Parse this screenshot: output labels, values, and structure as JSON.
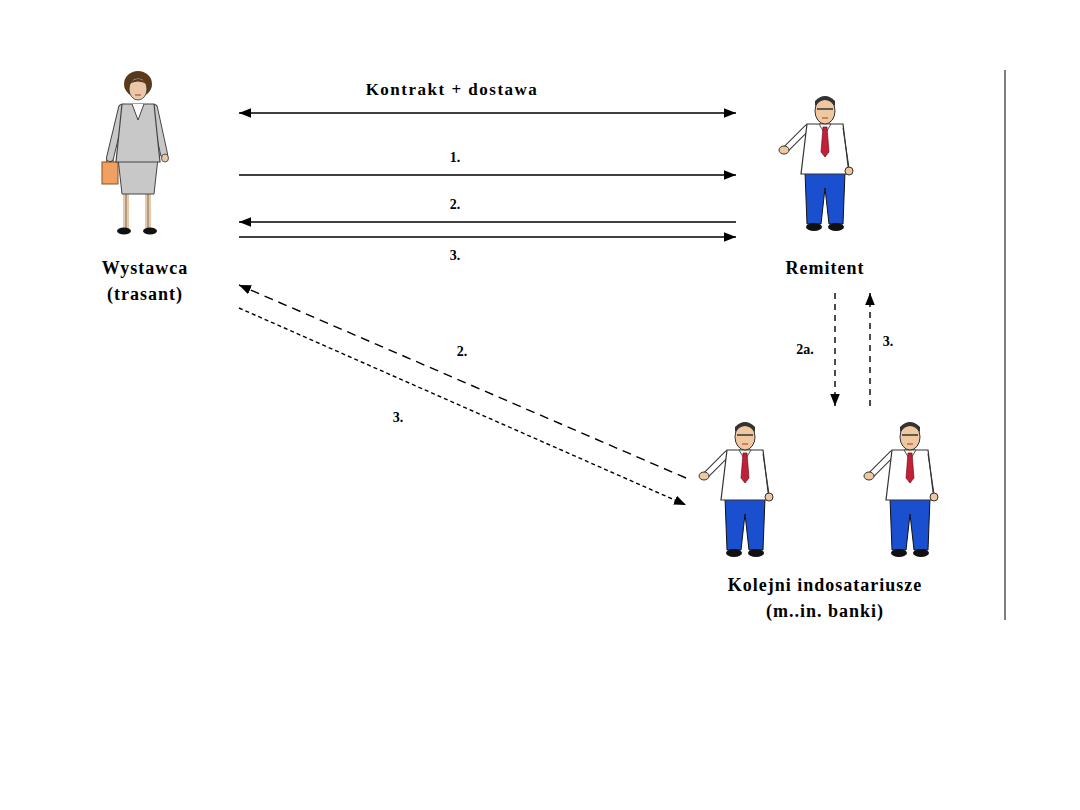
{
  "diagram": {
    "nodes": [
      {
        "text": [
          "Wystawca (trasant)"
        ]
      },
      {
        "text": [
          "Remitent"
        ]
      },
      {
        "text": [
          "Kolejni indosatariusze (m..in. banki)"
        ]
      }
    ],
    "edges": [
      {
        "from": 0,
        "to": 1,
        "label": "Kontrakt + dostawa",
        "arrow": "both"
      },
      {
        "from": 0,
        "to": 1,
        "label": "1.",
        "arrow": "to"
      },
      {
        "from": 1,
        "to": 0,
        "label": "2.",
        "arrow": "to"
      },
      {
        "from": 0,
        "to": 1,
        "label": "3.",
        "arrow": "to"
      },
      {
        "from": 1,
        "to": 2,
        "label": "2a.",
        "arrow": "to"
      },
      {
        "from": 2,
        "to": 1,
        "label": "3.",
        "arrow": "to"
      },
      {
        "from": 2,
        "to": 0,
        "label": "2.",
        "arrow": "to"
      },
      {
        "from": 0,
        "to": 2,
        "label": "3.",
        "arrow": "to"
      }
    ]
  }
}
